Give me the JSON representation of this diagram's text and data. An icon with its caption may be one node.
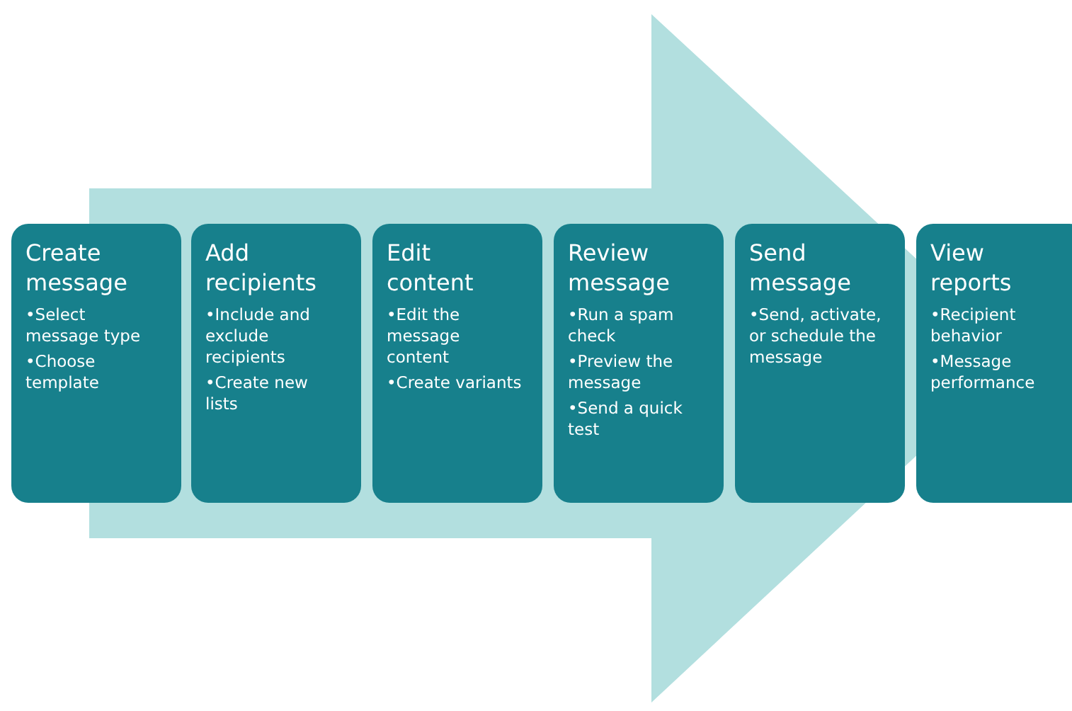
{
  "diagram": {
    "nodes": [
      {
        "text": [
          "Create message",
          "•Select message type",
          "•Choose template"
        ]
      },
      {
        "text": [
          "Add recipients",
          "•Include and exclude recipients",
          "•Create new lists"
        ]
      },
      {
        "text": [
          "Edit content",
          "•Edit the message content",
          "•Create variants"
        ]
      },
      {
        "text": [
          "Review message",
          "•Run a spam check",
          "•Preview the message",
          "•Send a quick test"
        ]
      },
      {
        "text": [
          "Send message",
          "•Send, activate, or schedule the message"
        ]
      },
      {
        "text": [
          "View reports",
          "•Recipient behavior",
          "•Message performance"
        ]
      }
    ],
    "edges": [
      {
        "from": 0,
        "to": 5,
        "arrow": "to"
      }
    ]
  }
}
